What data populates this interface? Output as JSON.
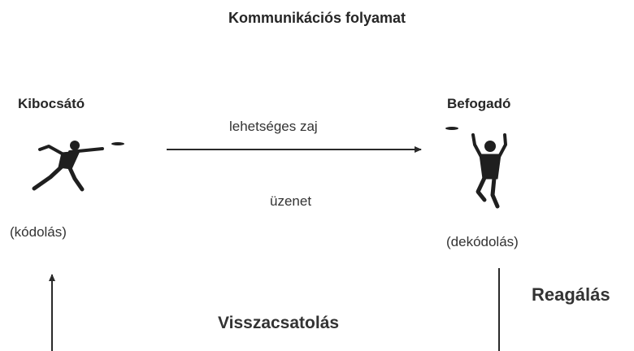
{
  "title": "Kommunikációs folyamat",
  "sender": {
    "label": "Kibocsátó",
    "process": "(kódolás)"
  },
  "receiver": {
    "label": "Befogadó",
    "process": "(dekódolás)"
  },
  "channel": {
    "noise_label": "lehetséges zaj",
    "message_label": "üzenet"
  },
  "feedback": {
    "label": "Visszacsatolás"
  },
  "response": {
    "label": "Reagálás"
  },
  "icons": {
    "sender": "frisbee-thrower-icon",
    "receiver": "frisbee-catcher-icon"
  }
}
